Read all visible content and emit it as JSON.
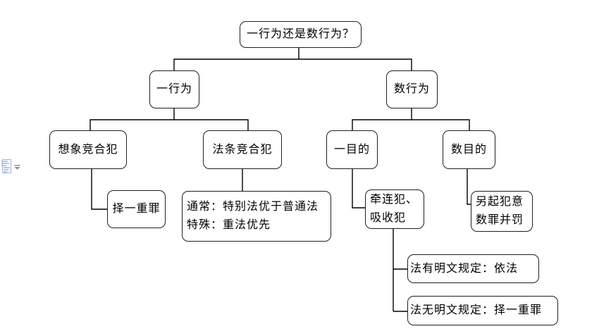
{
  "page": {
    "background": "#ffffff",
    "diagram_title": "一行为还是数行为？"
  },
  "colors": {
    "node_border": "#1f1f1f",
    "connector": "#000000",
    "text": "#000000",
    "paste_icon_blue": "#9fb6da",
    "paste_arrow_gray": "#8c8c8c"
  },
  "paste_options": {
    "icon": "clipboard-paste-icon",
    "dropdown_icon": "chevron-down-icon"
  },
  "flowchart": {
    "nodes": [
      {
        "id": "root",
        "lines": [
          "一行为还是数行为？"
        ]
      },
      {
        "id": "one-act",
        "lines": [
          "一行为"
        ]
      },
      {
        "id": "multi-act",
        "lines": [
          "数行为"
        ]
      },
      {
        "id": "imaginative",
        "lines": [
          "想象竞合犯"
        ]
      },
      {
        "id": "statutory",
        "lines": [
          "法条竞合犯"
        ]
      },
      {
        "id": "one-purpose",
        "lines": [
          "一目的"
        ]
      },
      {
        "id": "multi-purpose",
        "lines": [
          "数目的"
        ]
      },
      {
        "id": "pick-heavier",
        "lines": [
          "择一重罪"
        ]
      },
      {
        "id": "statutory-rule",
        "lines": [
          "通常：特别法优于普通法",
          "特殊：重法优先"
        ]
      },
      {
        "id": "implicated",
        "lines": [
          "牵连犯、",
          "吸收犯"
        ]
      },
      {
        "id": "new-intent",
        "lines": [
          "另起犯意",
          "数罪并罚"
        ]
      },
      {
        "id": "explicit-rule",
        "lines": [
          "法有明文规定：依法"
        ]
      },
      {
        "id": "no-explicit-rule",
        "lines": [
          "法无明文规定：择一重罪"
        ]
      }
    ],
    "edges": [
      [
        "root",
        "one-act"
      ],
      [
        "root",
        "multi-act"
      ],
      [
        "one-act",
        "imaginative"
      ],
      [
        "one-act",
        "statutory"
      ],
      [
        "multi-act",
        "one-purpose"
      ],
      [
        "multi-act",
        "multi-purpose"
      ],
      [
        "imaginative",
        "pick-heavier"
      ],
      [
        "statutory",
        "statutory-rule"
      ],
      [
        "one-purpose",
        "implicated"
      ],
      [
        "multi-purpose",
        "new-intent"
      ],
      [
        "implicated",
        "explicit-rule"
      ],
      [
        "implicated",
        "no-explicit-rule"
      ]
    ]
  }
}
